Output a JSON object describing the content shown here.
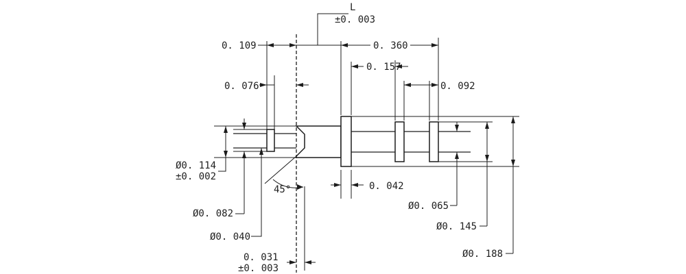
{
  "drawing": {
    "length_label": "L",
    "length_tolerance": "±0. 003",
    "dims": {
      "d_0109": "0. 109",
      "d_0360": "0. 360",
      "d_0157": "0. 157",
      "d_0076": "0. 076",
      "d_0092": "0. 092",
      "d_0042": "0. 042",
      "angle_45": "45°",
      "dia_0114": "Ø0. 114",
      "tol_0114": "±0. 002",
      "dia_0082": "Ø0. 082",
      "dia_0040": "Ø0. 040",
      "d_0031": "0. 031",
      "tol_0031": "±0. 003",
      "dia_0065": "Ø0. 065",
      "dia_0145": "Ø0. 145",
      "dia_0188": "Ø0. 188"
    }
  }
}
